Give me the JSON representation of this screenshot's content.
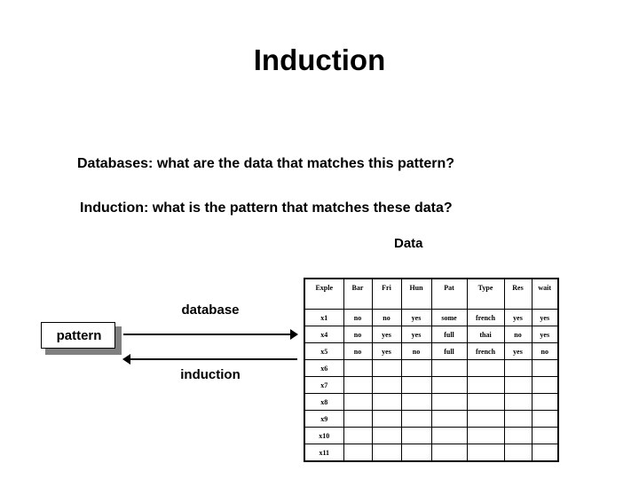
{
  "slide": {
    "title": "Induction",
    "statements": [
      "Databases: what are the data that matches this pattern?",
      "Induction: what is the pattern that matches these data?"
    ],
    "data_label": "Data"
  },
  "diagram": {
    "box_label": "pattern",
    "arrow_forward_label": "database",
    "arrow_backward_label": "induction",
    "box_border_color": "#000000",
    "box_shadow_color": "#808080",
    "arrow_color": "#000000"
  },
  "table": {
    "columns": [
      "Exple",
      "Bar",
      "Fri",
      "Hun",
      "Pat",
      "Type",
      "Res",
      "wait"
    ],
    "rows": [
      {
        "label": "x1",
        "cells": [
          "no",
          "no",
          "yes",
          "some",
          "french",
          "yes",
          "yes"
        ]
      },
      {
        "label": "x4",
        "cells": [
          "no",
          "yes",
          "yes",
          "full",
          "thai",
          "no",
          "yes"
        ]
      },
      {
        "label": "x5",
        "cells": [
          "no",
          "yes",
          "no",
          "full",
          "french",
          "yes",
          "no"
        ]
      },
      {
        "label": "x6",
        "cells": [
          "",
          "",
          "",
          "",
          "",
          "",
          ""
        ]
      },
      {
        "label": "x7",
        "cells": [
          "",
          "",
          "",
          "",
          "",
          "",
          ""
        ]
      },
      {
        "label": "x8",
        "cells": [
          "",
          "",
          "",
          "",
          "",
          "",
          ""
        ]
      },
      {
        "label": "x9",
        "cells": [
          "",
          "",
          "",
          "",
          "",
          "",
          ""
        ]
      },
      {
        "label": "x10",
        "cells": [
          "",
          "",
          "",
          "",
          "",
          "",
          ""
        ]
      },
      {
        "label": "x11",
        "cells": [
          "",
          "",
          "",
          "",
          "",
          "",
          ""
        ]
      }
    ]
  }
}
